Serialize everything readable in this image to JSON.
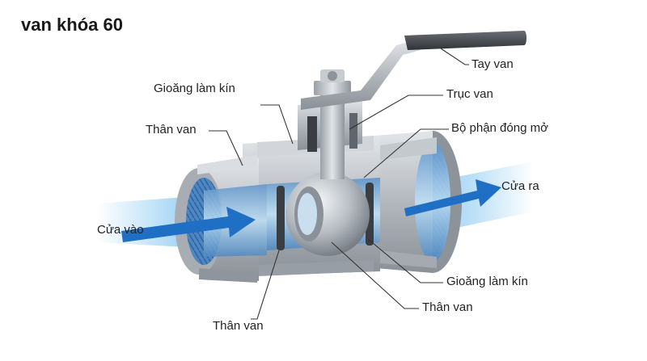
{
  "title": "van khóa 60",
  "labels": {
    "handle": "Tay van",
    "stem": "Trục van",
    "ball": "Bộ phận đóng mở",
    "outlet": "Cửa ra",
    "inlet": "Cửa vào",
    "seal_top": "Gioăng làm kín",
    "seal_bottom": "Gioăng làm kín",
    "body_left": "Thân van",
    "body_bottom_left": "Thân van",
    "body_bottom_right": "Thân van"
  },
  "colors": {
    "flow": "#1f6fc4",
    "flow_glow": "#8ecbf2",
    "metal": "#b9bec4",
    "metal_dark": "#7d848c",
    "handle_grip": "#4a4d52",
    "leader": "#333333"
  },
  "icons": {
    "inlet_arrow": "arrow-right-icon",
    "outlet_arrow": "arrow-right-icon"
  }
}
